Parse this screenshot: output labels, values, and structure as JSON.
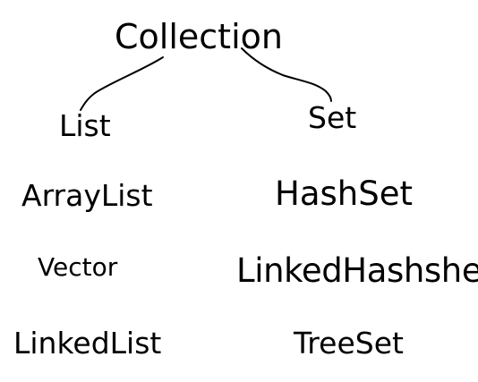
{
  "diagram": {
    "root": "Collection",
    "branches": [
      {
        "label": "List",
        "children": [
          "ArrayList",
          "Vector",
          "LinkedList"
        ]
      },
      {
        "label": "Set",
        "children": [
          "HashSet",
          "LinkedHashshet",
          "TreeSet"
        ]
      }
    ]
  },
  "colors": {
    "text": "#000000",
    "background": "#ffffff"
  }
}
